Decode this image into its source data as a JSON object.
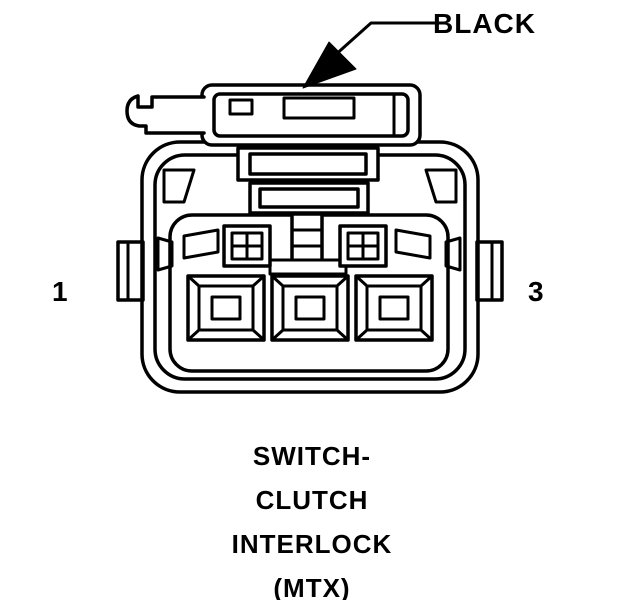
{
  "page": {
    "background": "#ffffff",
    "line_color": "#000000"
  },
  "diagram": {
    "wire_color_label": "BLACK",
    "pin_left": "1",
    "pin_right": "3"
  },
  "caption": {
    "lines": [
      "SWITCH-",
      "CLUTCH",
      "INTERLOCK",
      "(MTX)"
    ]
  }
}
